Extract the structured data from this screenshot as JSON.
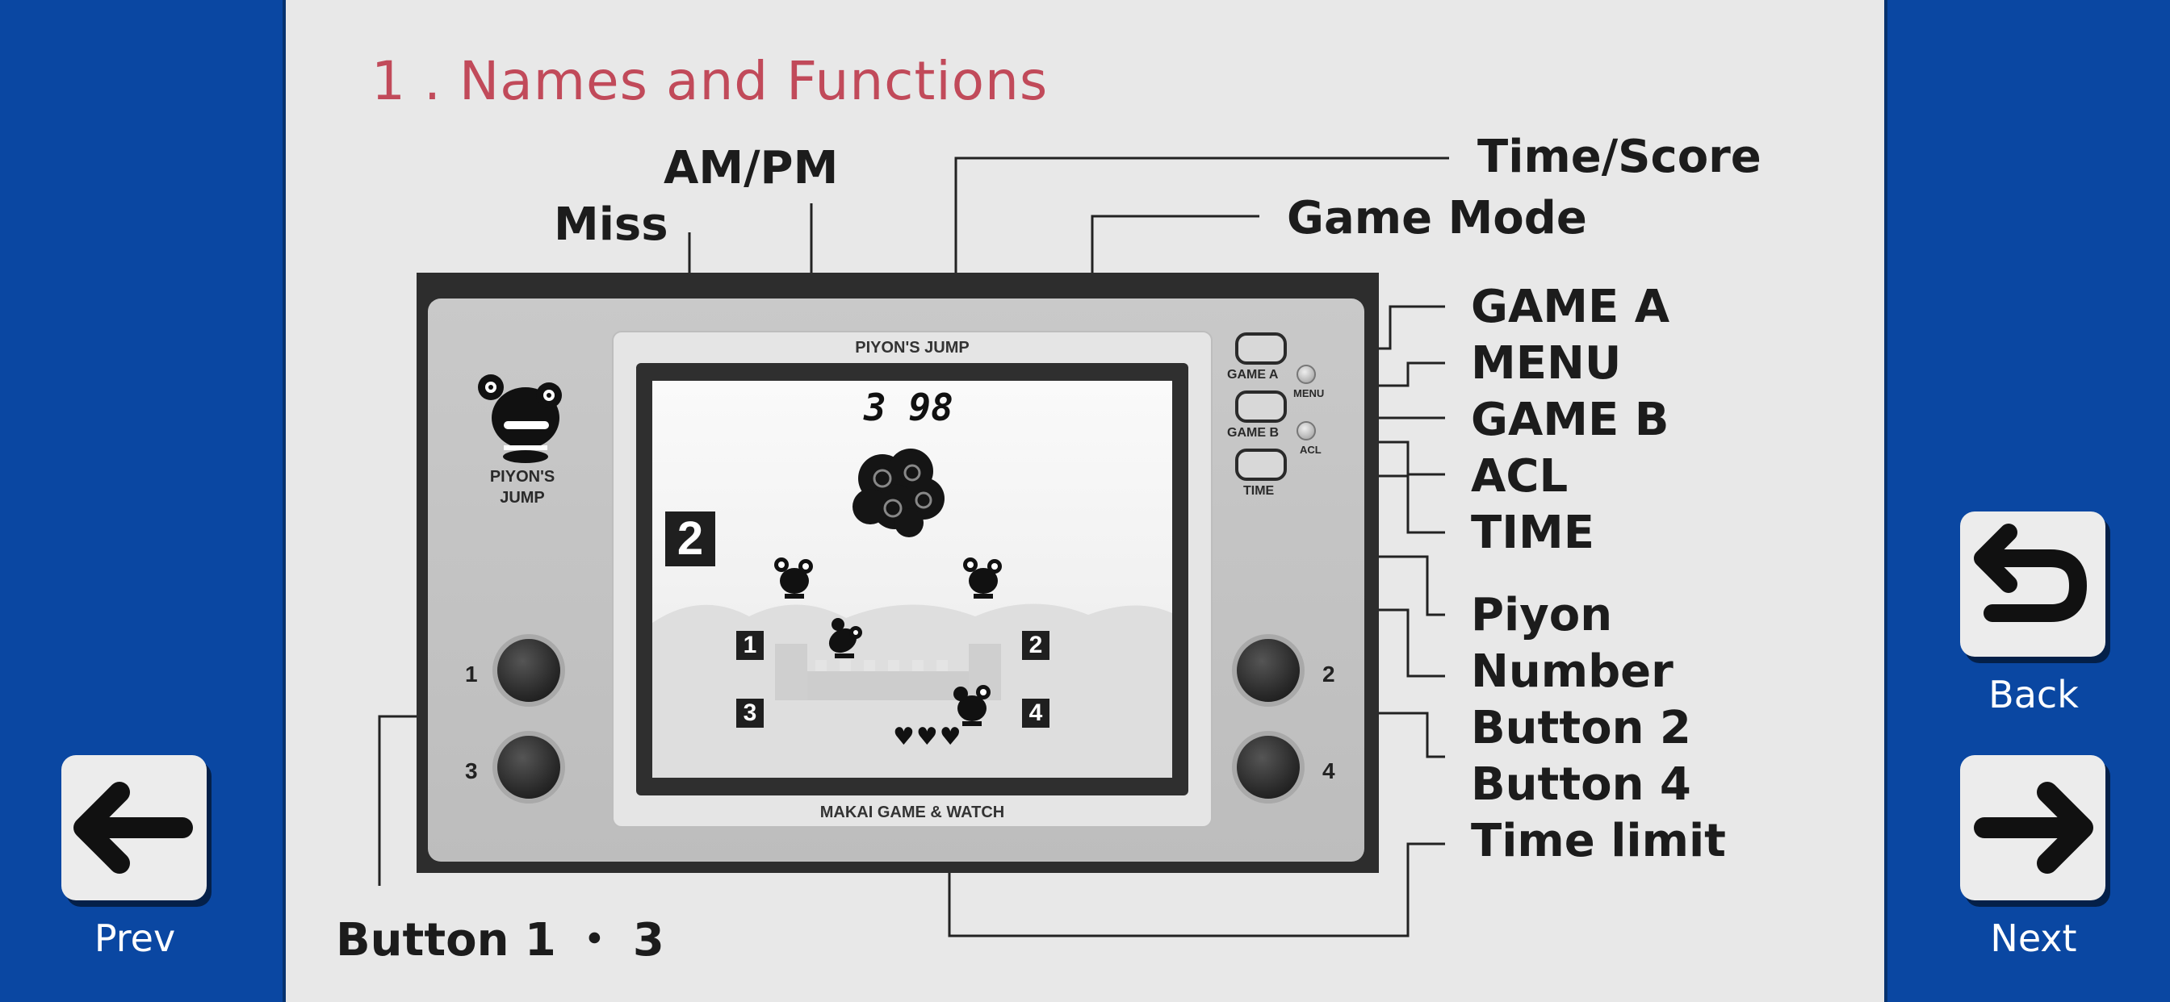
{
  "page": {
    "title": "1 . Names and Functions"
  },
  "nav": {
    "prev_label": "Prev",
    "next_label": "Next",
    "back_label": "Back"
  },
  "device": {
    "logo_text_line1": "PIYON'S",
    "logo_text_line2": "JUMP",
    "screen_title": "PIYON'S JUMP",
    "screen_footer": "MAKAI GAME & WATCH",
    "score": "3 98",
    "level": "2",
    "lives": "♥♥♥",
    "button_labels": {
      "b1": "1",
      "b2": "2",
      "b3": "3",
      "b4": "4"
    },
    "pill_labels": {
      "game_a": "GAME A",
      "game_b": "GAME B",
      "time": "TIME"
    },
    "knob_labels": {
      "menu": "MENU",
      "acl": "ACL"
    },
    "platform_numbers": {
      "p1": "1",
      "p2": "2",
      "p3": "3",
      "p4": "4"
    }
  },
  "callouts": {
    "miss": "Miss",
    "ampm": "AM/PM",
    "time_score": "Time/Score",
    "game_mode": "Game Mode",
    "game_a": "GAME A",
    "menu": "MENU",
    "game_b": "GAME B",
    "acl": "ACL",
    "time": "TIME",
    "piyon": "Piyon",
    "number": "Number",
    "button2": "Button 2",
    "button4": "Button 4",
    "time_limit": "Time limit",
    "button13": "Button 1 ・ 3"
  },
  "colors": {
    "background": "#0a47a2",
    "panel": "#e8e8e8",
    "title": "#c14a5a"
  },
  "icons": {
    "prev": "arrow-left-icon",
    "next": "arrow-right-icon",
    "back": "undo-arrow-icon"
  }
}
